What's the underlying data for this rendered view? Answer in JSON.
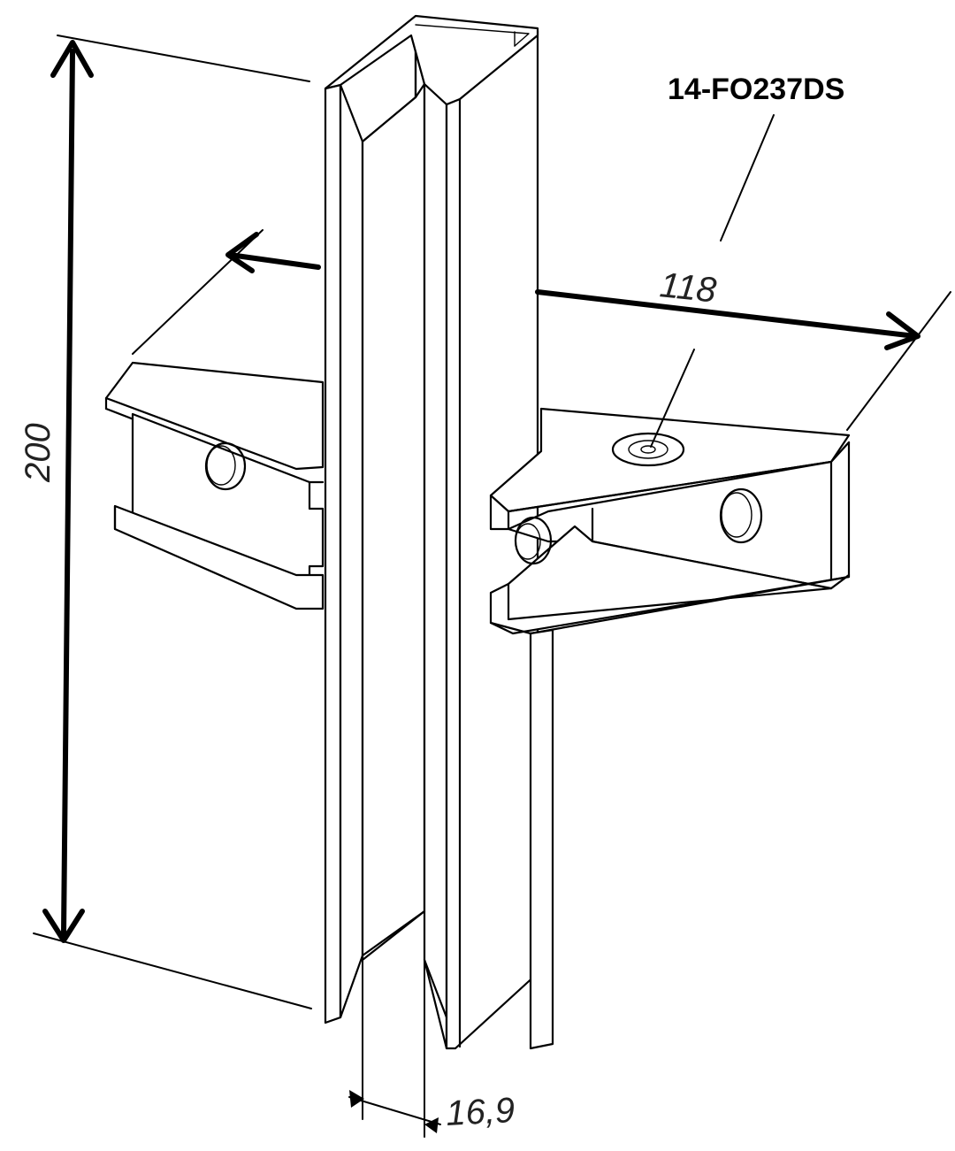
{
  "diagram": {
    "part_number": "14-FO237DS",
    "dimensions": {
      "height": "200",
      "arm_length": "118",
      "thickness": "16,9"
    }
  }
}
